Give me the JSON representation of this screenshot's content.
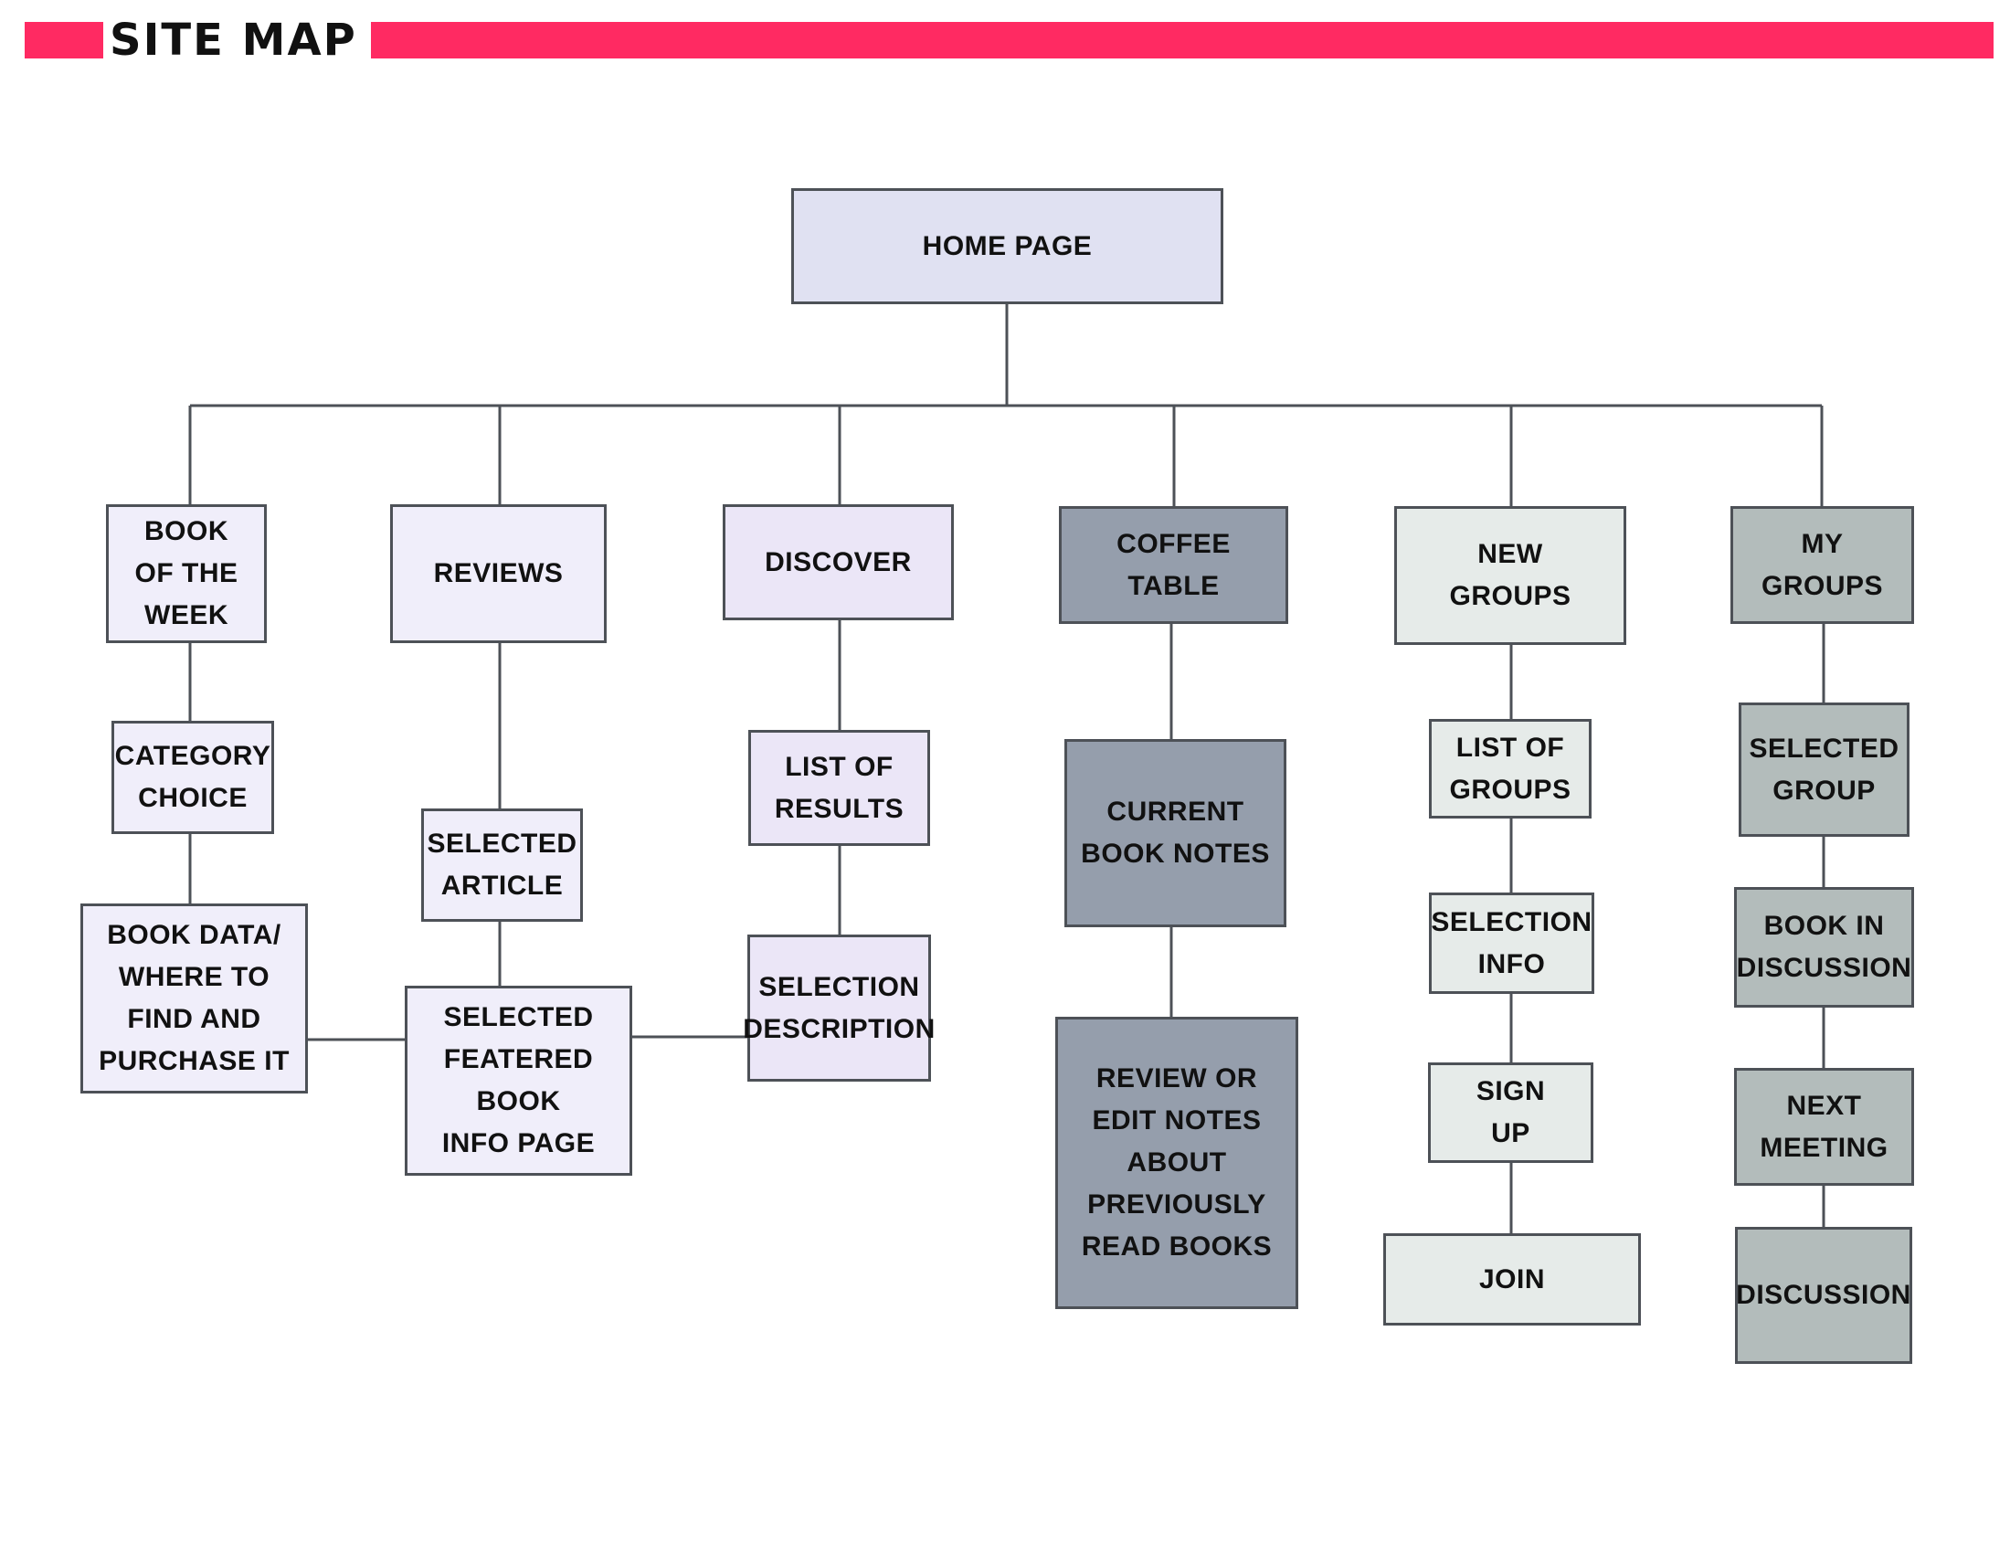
{
  "title": "SITE MAP",
  "nodes": {
    "home": "HOME PAGE",
    "book_of_week": "BOOK\nOF THE\nWEEK",
    "category_choice": "CATEGORY\nCHOICE",
    "book_data": "BOOK DATA/\nWHERE TO\nFIND AND\nPURCHASE IT",
    "reviews": "REVIEWS",
    "selected_article": "SELECTED\nARTICLE",
    "selected_featured": "SELECTED\nFEATERED\nBOOK\nINFO PAGE",
    "discover": "DISCOVER",
    "list_of_results": "LIST OF\nRESULTS",
    "selection_description": "SELECTION\nDESCRIPTION",
    "coffee_table": "COFFEE TABLE",
    "current_book_notes": "CURRENT\nBOOK NOTES",
    "review_notes": "REVIEW OR\nEDIT NOTES\nABOUT\nPREVIOUSLY\nREAD BOOKS",
    "new_groups": "NEW\nGROUPS",
    "list_of_groups": "LIST OF\nGROUPS",
    "selection_info": "SELECTION\nINFO",
    "sign_up": "SIGN\nUP",
    "join": "JOIN",
    "my_groups": "MY GROUPS",
    "selected_group": "SELECTED\nGROUP",
    "book_in_discussion": "BOOK IN\nDISCUSSION",
    "next_meeting": "NEXT\nMEETING",
    "discussion": "DISCUSSION"
  },
  "colors": {
    "accent_bar": "#ff2a62",
    "home": "#e0e1f2",
    "lavender": "#ebe6f7",
    "slate": "#959eac",
    "mist": "#e6ebe9",
    "sage": "#b3bcbb",
    "lines": "#4d5157"
  }
}
